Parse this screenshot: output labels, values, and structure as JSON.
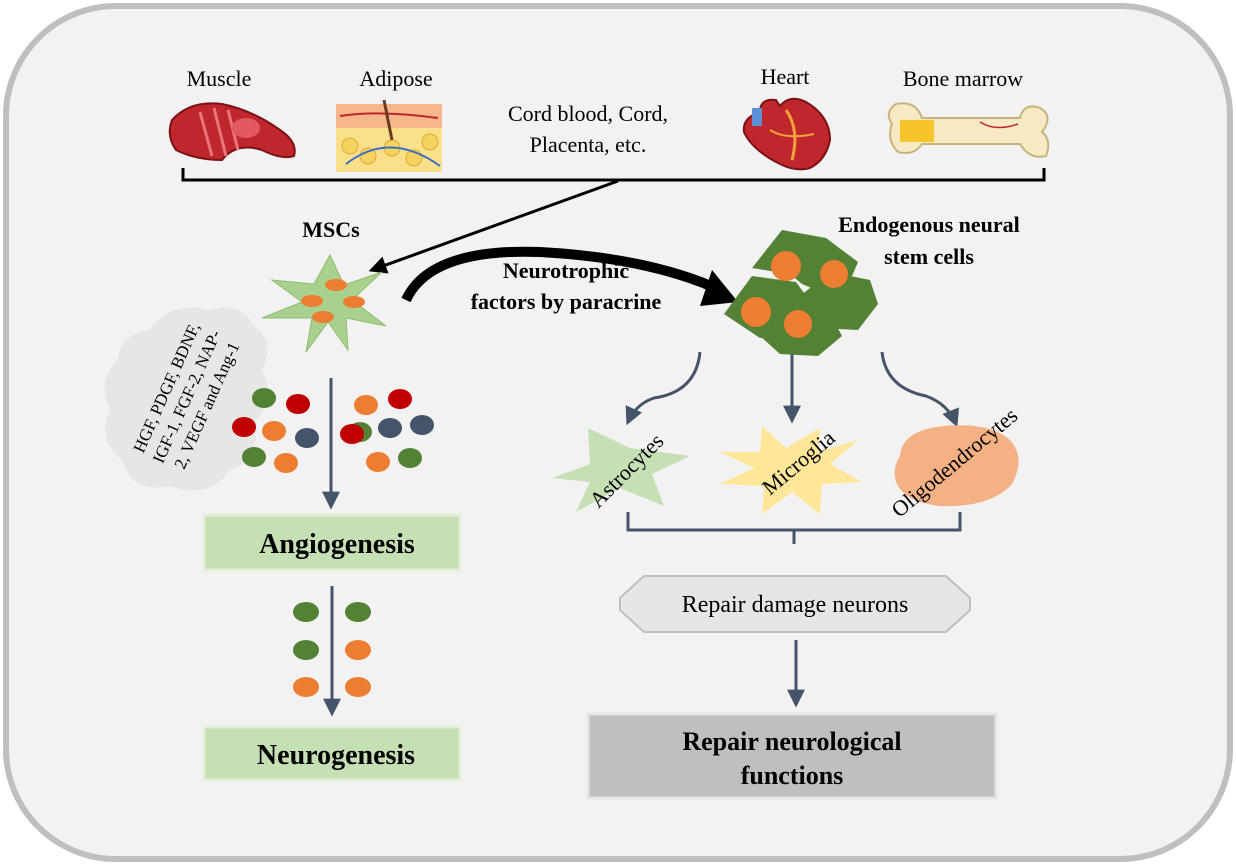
{
  "sources": {
    "muscle": "Muscle",
    "adipose": "Adipose",
    "cord_line1": "Cord blood, Cord,",
    "cord_line2": "Placenta, etc.",
    "heart": "Heart",
    "bone_marrow": "Bone marrow"
  },
  "msc_label": "MSCs",
  "paracrine_line1": "Neurotrophic",
  "paracrine_line2": "factors by paracrine",
  "neural_line1": "Endogenous neural",
  "neural_line2": "stem cells",
  "factors": {
    "line1": "HGF, PDGF, BDNF,",
    "line2": "IGF-1, FGF-2, NAP-",
    "line3": "2, VEGF and Ang-1"
  },
  "cell_types": {
    "astrocytes": "Astrocytes",
    "microglia": "Microglia",
    "oligodendrocytes": "Oligodendrocytes"
  },
  "angiogenesis": "Angiogenesis",
  "neurogenesis": "Neurogenesis",
  "repair_neurons": "Repair damage neurons",
  "repair_functions_line1": "Repair neurological",
  "repair_functions_line2": "functions",
  "colors": {
    "frame_bg": "#f2f2f2",
    "frame_border": "#bfbfbf",
    "msc_green": "#a9d18e",
    "stem_green": "#548235",
    "orange": "#ed7d31",
    "red": "#c00000",
    "dark_green": "#548235",
    "slate": "#44546a",
    "arrow": "#44546a",
    "label_green": "#c5e0b4",
    "astrocyte": "#c5e0b4",
    "microglia": "#ffe699",
    "oligodendrocyte": "#f4b183",
    "repair_box": "#bfbfbf"
  }
}
